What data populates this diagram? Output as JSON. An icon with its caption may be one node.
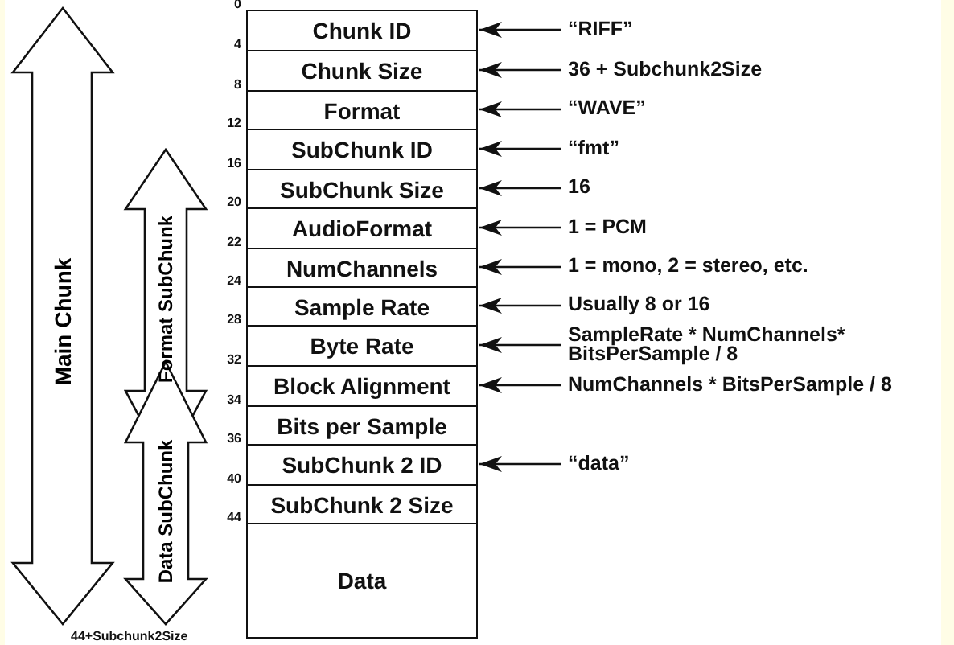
{
  "diagram": {
    "nodes": [
      {
        "text": [
          "Chunk ID"
        ]
      },
      {
        "text": [
          "Chunk Size"
        ]
      },
      {
        "text": [
          "Format"
        ]
      },
      {
        "text": [
          "SubChunk ID"
        ]
      },
      {
        "text": [
          "SubChunk Size"
        ]
      },
      {
        "text": [
          "AudioFormat"
        ]
      },
      {
        "text": [
          "NumChannels"
        ]
      },
      {
        "text": [
          "Sample Rate"
        ]
      },
      {
        "text": [
          "Byte Rate"
        ]
      },
      {
        "text": [
          "Block Alignment"
        ]
      },
      {
        "text": [
          "Bits per Sample"
        ]
      },
      {
        "text": [
          "SubChunk 2 ID"
        ]
      },
      {
        "text": [
          "SubChunk 2 Size"
        ]
      },
      {
        "text": [
          "Data"
        ]
      },
      {
        "text": [
          "“RIFF”"
        ]
      },
      {
        "text": [
          "36 + Subchunk2Size"
        ]
      },
      {
        "text": [
          "“WAVE”"
        ]
      },
      {
        "text": [
          "“fmt”"
        ]
      },
      {
        "text": [
          "16"
        ]
      },
      {
        "text": [
          "1 = PCM"
        ]
      },
      {
        "text": [
          "1 = mono, 2 = stereo, etc."
        ]
      },
      {
        "text": [
          "Usually 8 or 16"
        ]
      },
      {
        "text": [
          "SampleRate * NumChannels* BitsPerSample / 8"
        ]
      },
      {
        "text": [
          "NumChannels * BitsPerSample / 8"
        ]
      },
      {
        "text": [
          "“data”"
        ]
      }
    ],
    "edges": [
      {
        "from": 14,
        "to": 0,
        "arrow": "to"
      },
      {
        "from": 15,
        "to": 1,
        "arrow": "to"
      },
      {
        "from": 16,
        "to": 2,
        "arrow": "to"
      },
      {
        "from": 17,
        "to": 3,
        "arrow": "to"
      },
      {
        "from": 18,
        "to": 4,
        "arrow": "to"
      },
      {
        "from": 19,
        "to": 5,
        "arrow": "to"
      },
      {
        "from": 20,
        "to": 6,
        "arrow": "to"
      },
      {
        "from": 21,
        "to": 7,
        "arrow": "to"
      },
      {
        "from": 22,
        "to": 8,
        "arrow": "to"
      },
      {
        "from": 23,
        "to": 9,
        "arrow": "to"
      },
      {
        "from": 24,
        "to": 11,
        "arrow": "to"
      }
    ],
    "labels": [
      "Main Chunk",
      "Format SubChunk",
      "Data SubChunk",
      "0",
      "4",
      "8",
      "12",
      "16",
      "20",
      "22",
      "24",
      "28",
      "32",
      "34",
      "36",
      "40",
      "44",
      "44+Subchunk2Size"
    ]
  }
}
